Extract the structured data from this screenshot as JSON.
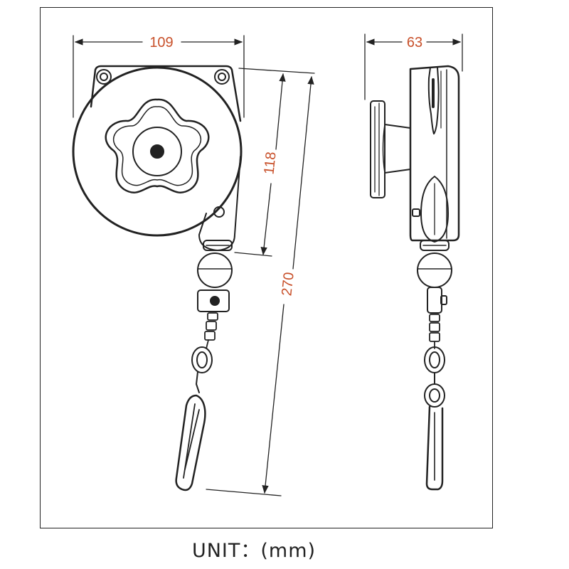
{
  "dimensions": {
    "front_width": "109",
    "front_height": "118",
    "total_length": "270",
    "side_width": "63"
  },
  "unit_label": "UNIT：(mm)",
  "colors": {
    "dimension_text": "#c8502a",
    "line": "#222222"
  }
}
